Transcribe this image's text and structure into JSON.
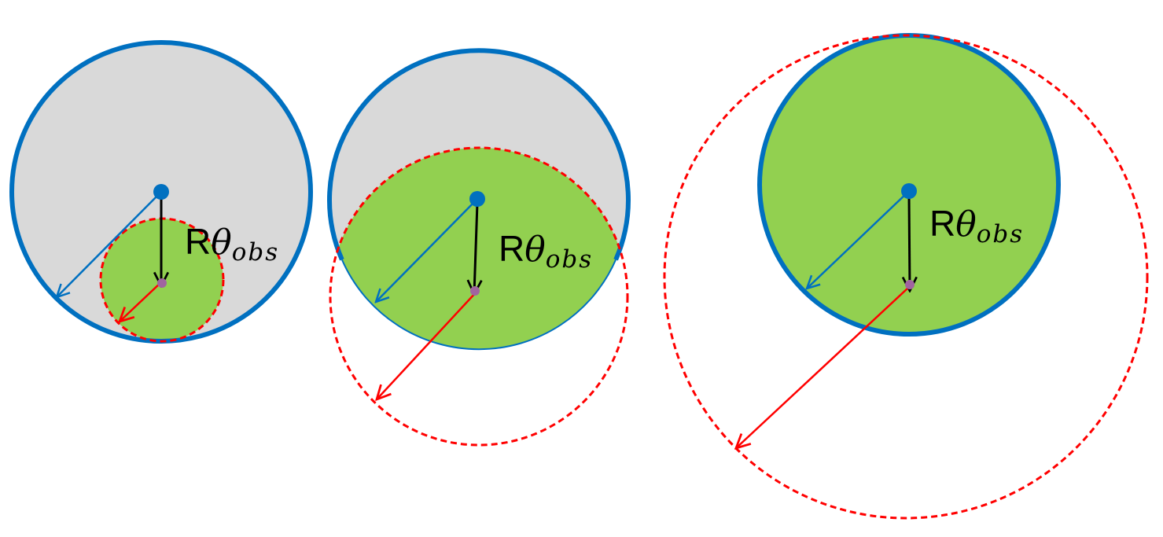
{
  "colors": {
    "outer_circle_stroke": "#0070C0",
    "uncovered_fill": "#D9D9D9",
    "overlap_fill": "#92D050",
    "dashed_circle_stroke": "#FF0000",
    "center_dot": "#0070C0",
    "offset_arrow": "#000000",
    "label_text": "#000000"
  },
  "labels": {
    "panel1": {
      "r": "R",
      "theta": "θ",
      "sub": "obs"
    },
    "panel2": {
      "r": "R",
      "theta": "θ",
      "sub": "obs"
    },
    "panel3": {
      "r": "R",
      "theta": "θ",
      "sub": "obs"
    }
  }
}
